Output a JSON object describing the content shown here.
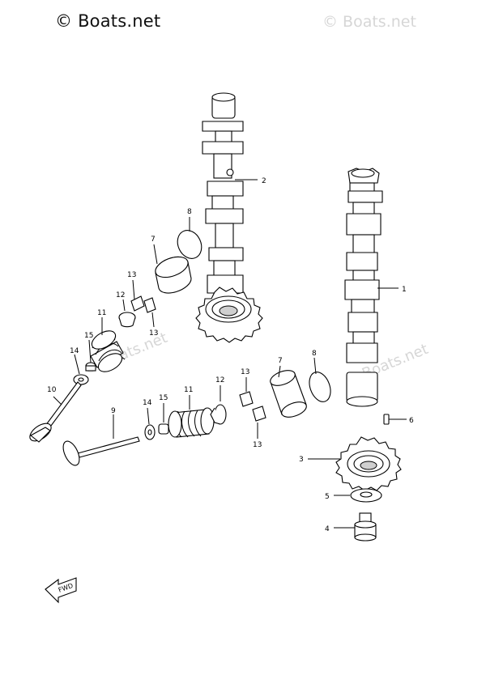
{
  "watermark": {
    "main": "© Boats.net",
    "top_right": "© Boats.net",
    "mid_left": "© Boats.net",
    "mid_right": "© Boats.net"
  },
  "fwd_arrow_text": "FWD",
  "callouts": {
    "c1": "1",
    "c2": "2",
    "c3": "3",
    "c4": "4",
    "c5": "5",
    "c6": "6",
    "c7a": "7",
    "c7b": "7",
    "c8a": "8",
    "c8b": "8",
    "c9": "9",
    "c10": "10",
    "c11a": "11",
    "c11b": "11",
    "c12a": "12",
    "c12b": "12",
    "c13a": "13",
    "c13b": "13",
    "c13c": "13",
    "c13d": "13",
    "c14a": "14",
    "c14b": "14",
    "c15a": "15",
    "c15b": "15"
  }
}
